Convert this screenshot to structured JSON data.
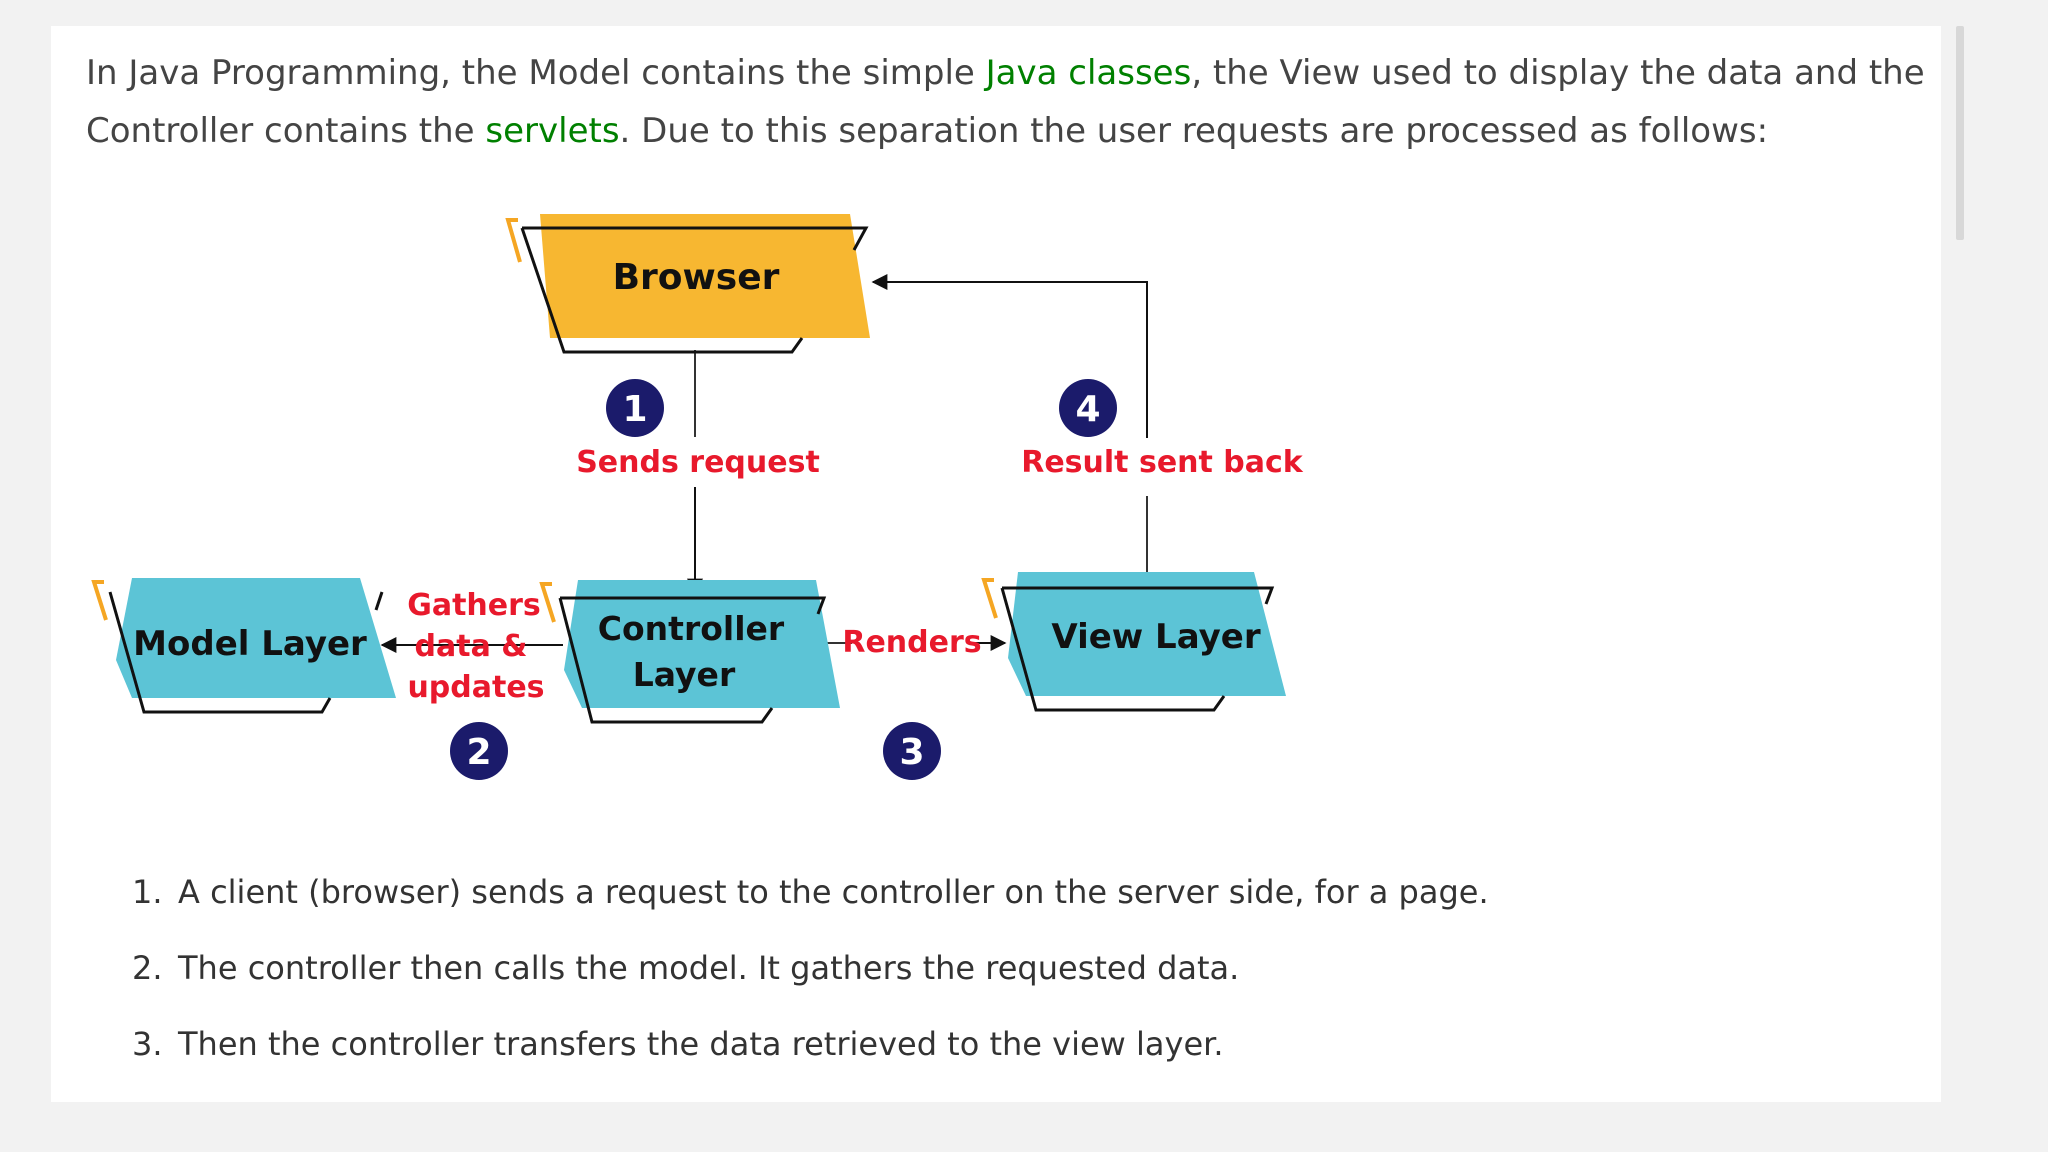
{
  "intro": {
    "p1": "In Java Programming, the Model contains the simple ",
    "link1": "Java classes",
    "p2": ", the View used to display the data and the Controller contains the ",
    "link2": "servlets",
    "p3": ". Due to this separation the user requests are processed as follows:"
  },
  "diagram": {
    "browser": "Browser",
    "model": "Model Layer",
    "controller_l1": "Controller",
    "controller_l2": "Layer",
    "view": "View Layer",
    "step1": "1",
    "step2": "2",
    "step3": "3",
    "step4": "4",
    "label1": "Sends request",
    "label2_l1": "Gathers",
    "label2_l2": "data &",
    "label2_l3": "updates",
    "label3": "Renders",
    "label4": "Result sent back",
    "colors": {
      "browser_fill": "#f7b731",
      "layer_fill": "#5cc4d6",
      "badge_fill": "#1b1b6b",
      "label_red": "#e8192c",
      "accent_orange": "#f5a623"
    }
  },
  "steps": [
    {
      "num": "1.",
      "text": "A client (browser) sends a request to the controller on the server side, for a page."
    },
    {
      "num": "2.",
      "text": "The controller then calls the model. It gathers the requested data."
    },
    {
      "num": "3.",
      "text": "Then the controller transfers the data retrieved to the view layer."
    }
  ]
}
